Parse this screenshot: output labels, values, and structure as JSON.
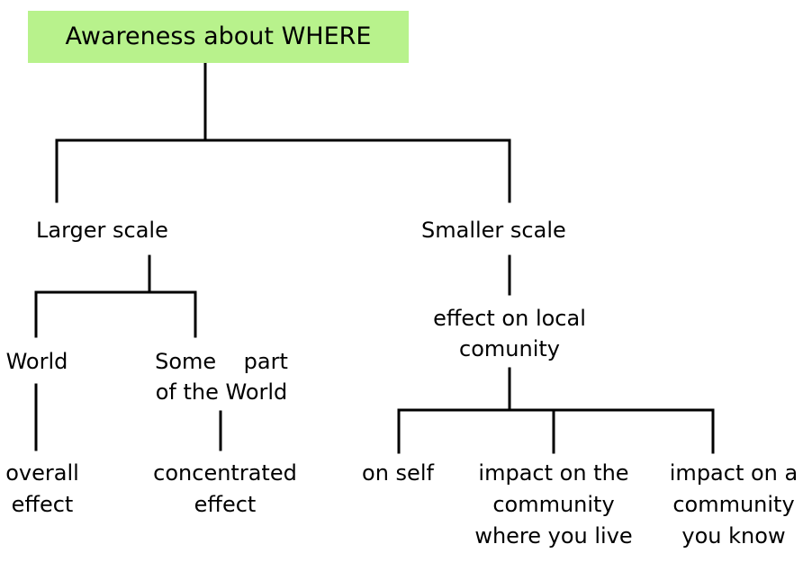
{
  "diagram": {
    "root": "Awareness about WHERE",
    "branches": [
      {
        "label": "Larger scale",
        "children": [
          {
            "label_lines": [
              "World"
            ],
            "outcome_lines": [
              "overall",
              "effect"
            ]
          },
          {
            "label_lines": [
              "Some    part",
              "of the World"
            ],
            "outcome_lines": [
              "concentrated",
              "effect"
            ]
          }
        ]
      },
      {
        "label": "Smaller scale",
        "sub_label_lines": [
          "effect on local",
          "comunity"
        ],
        "children": [
          {
            "label_lines": [
              "on self"
            ]
          },
          {
            "label_lines": [
              "impact on the",
              "community",
              "where you live"
            ]
          },
          {
            "label_lines": [
              "impact on a",
              "community",
              "you know"
            ]
          }
        ]
      }
    ],
    "colors": {
      "root_fill": "#b8f28c",
      "line": "#000000",
      "text": "#000000",
      "background": "#ffffff"
    }
  }
}
